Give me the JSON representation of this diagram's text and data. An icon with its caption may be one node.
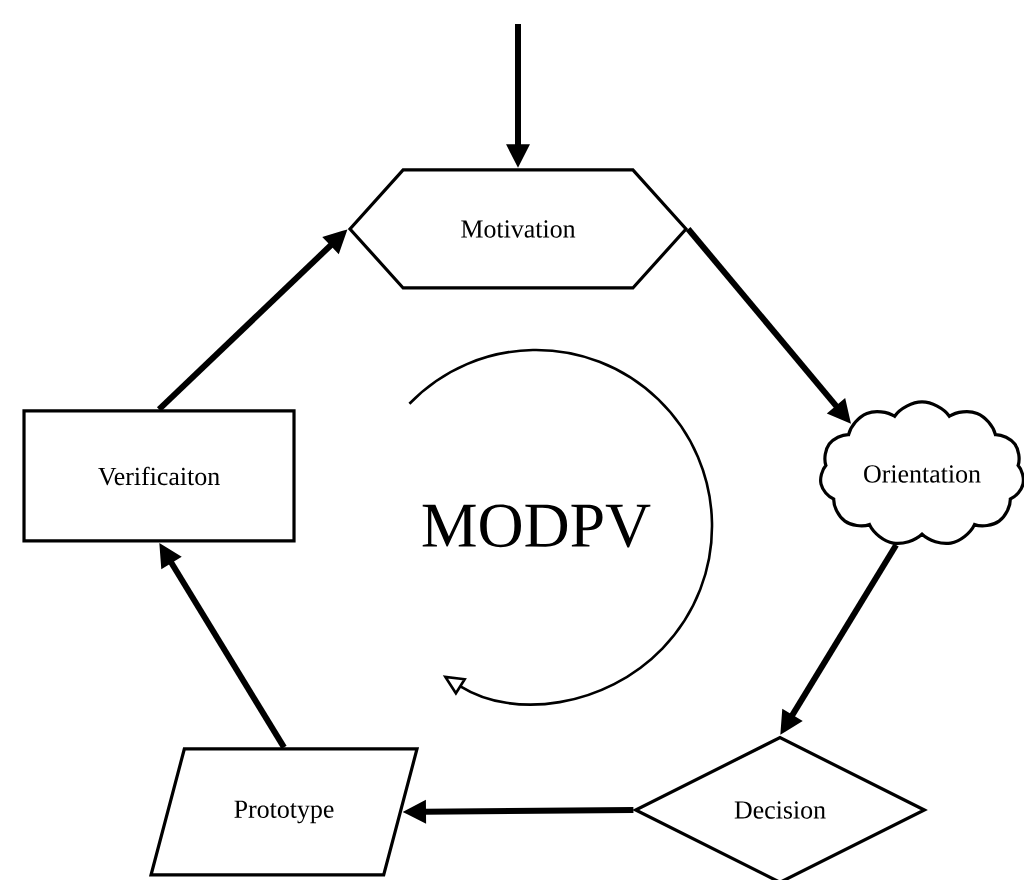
{
  "diagram": {
    "nodes": [
      {
        "text": [
          "Motivation"
        ]
      },
      {
        "text": [
          "Orientation"
        ]
      },
      {
        "text": [
          "Decision"
        ]
      },
      {
        "text": [
          "Prototype"
        ]
      },
      {
        "text": [
          "Verificaiton"
        ]
      }
    ],
    "edges": [
      {
        "from": null,
        "to": 0,
        "arrow": "to"
      },
      {
        "from": 0,
        "to": 1,
        "arrow": "to"
      },
      {
        "from": 1,
        "to": 2,
        "arrow": "to"
      },
      {
        "from": 2,
        "to": 3,
        "arrow": "to"
      },
      {
        "from": 3,
        "to": 4,
        "arrow": "to"
      },
      {
        "from": 4,
        "to": 0,
        "arrow": "to"
      }
    ],
    "labels": [
      "MODPV"
    ]
  }
}
